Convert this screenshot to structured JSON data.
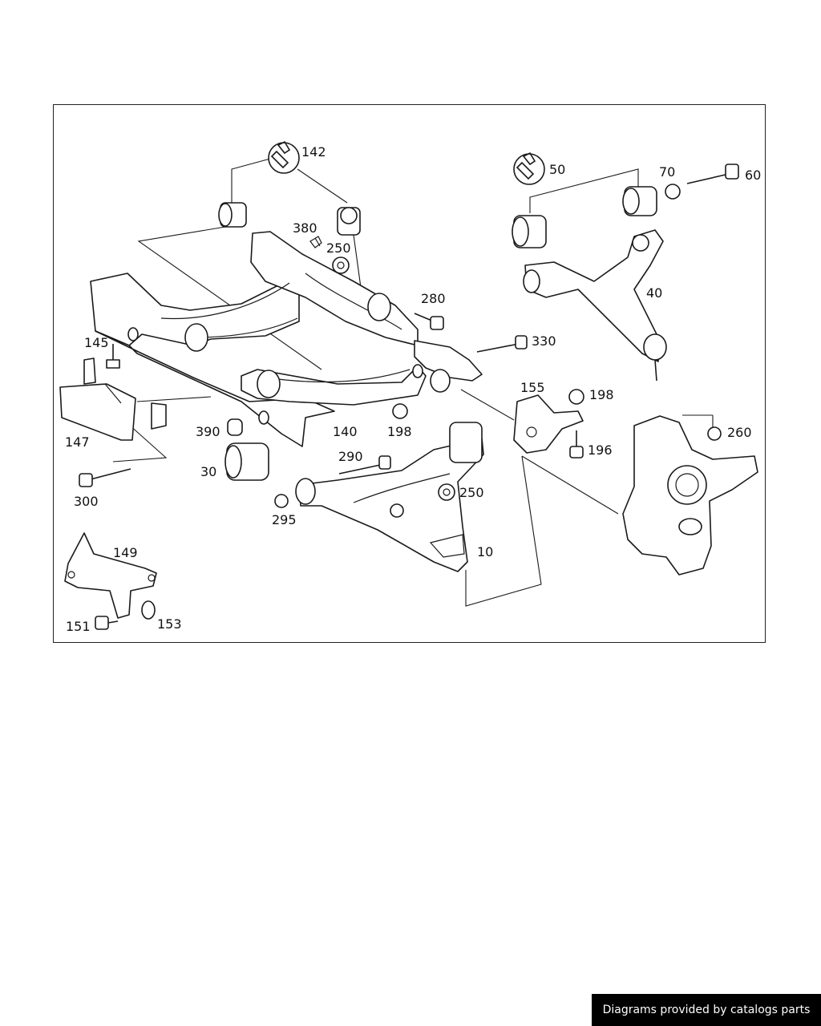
{
  "diagram": {
    "labels": {
      "l142": "142",
      "l380": "380",
      "l250a": "250",
      "l280": "280",
      "l145": "145",
      "l147": "147",
      "l390": "390",
      "l30": "30",
      "l140": "140",
      "l198a": "198",
      "l300": "300",
      "l290": "290",
      "l295": "295",
      "l250b": "250",
      "l10": "10",
      "l149": "149",
      "l151": "151",
      "l153": "153",
      "l50": "50",
      "l70": "70",
      "l60": "60",
      "l40": "40",
      "l330": "330",
      "l155": "155",
      "l198b": "198",
      "l196": "196",
      "l260": "260"
    },
    "icons": [
      "wrench-icon",
      "wrench-icon"
    ]
  },
  "footer": {
    "text": "Diagrams provided by catalogs parts",
    "background": "#000000",
    "color": "#ffffff"
  }
}
